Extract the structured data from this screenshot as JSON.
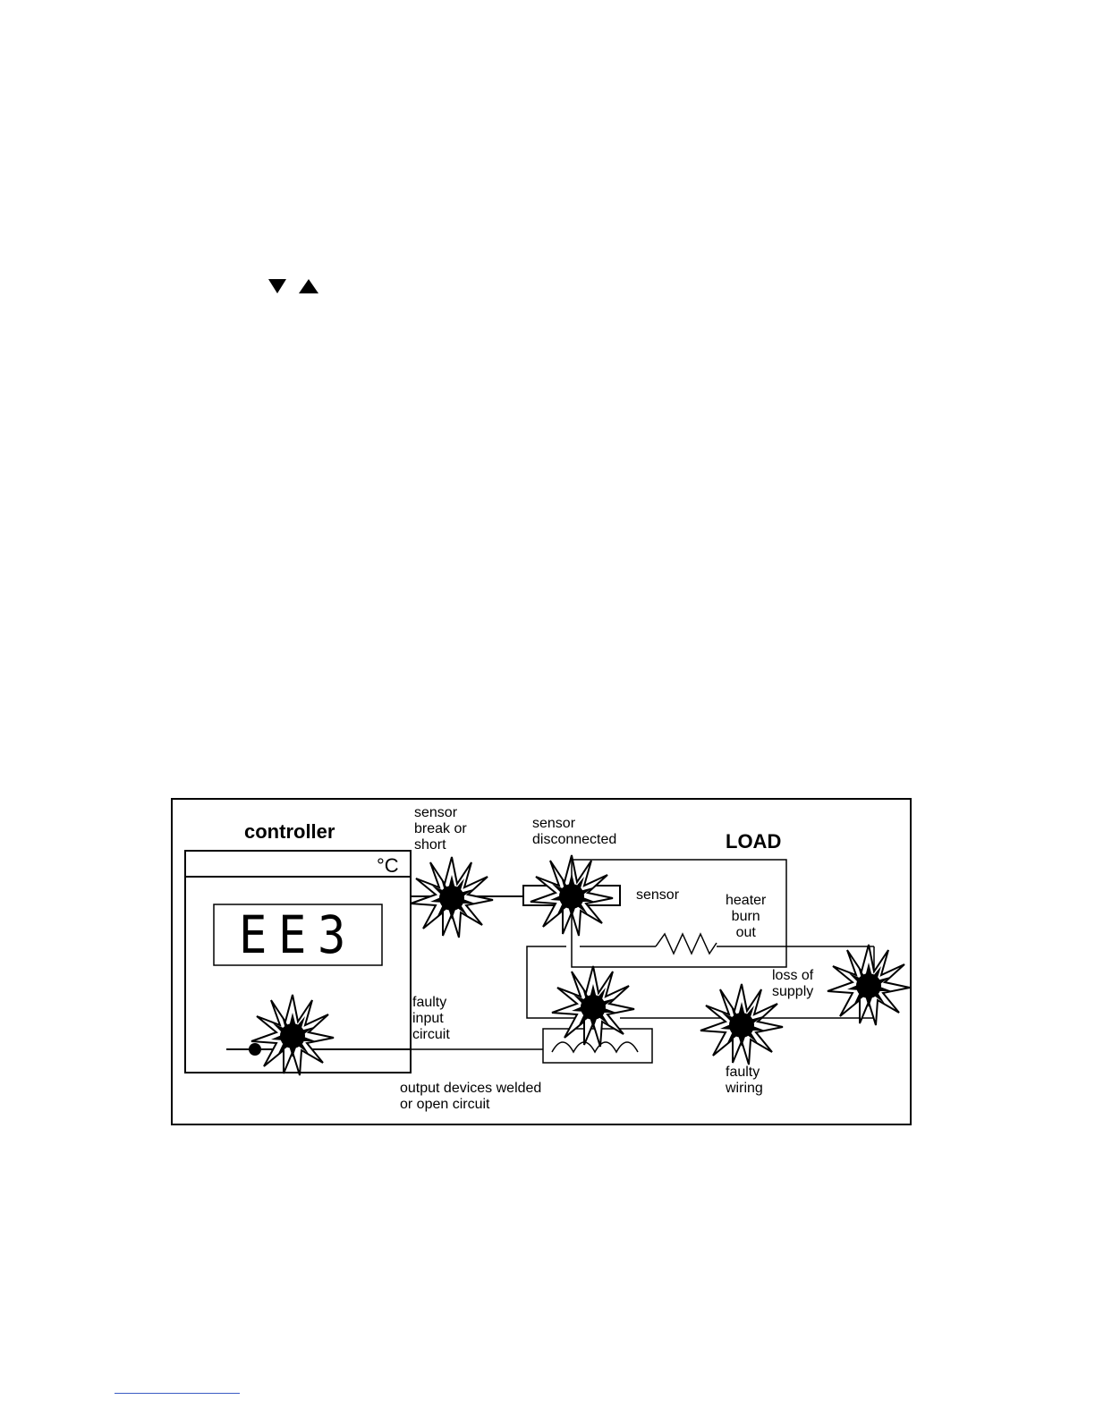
{
  "nav_arrows": {
    "down_icon": "triangle-down",
    "up_icon": "triangle-up"
  },
  "diagram": {
    "controller_title": "controller",
    "unit": "°C",
    "display_code": "EE3",
    "load_title": "LOAD",
    "labels": {
      "sensor_break": "sensor\nbreak or\nshort",
      "sensor_disconnected": "sensor\ndisconnected",
      "sensor": "sensor",
      "heater_burn_out": "heater\nburn\nout",
      "loss_of_supply": "loss of\nsupply",
      "faulty_input": "faulty\ninput\ncircuit",
      "output_devices": "output devices welded\nor open circuit",
      "faulty_wiring": "faulty\nwiring"
    }
  }
}
